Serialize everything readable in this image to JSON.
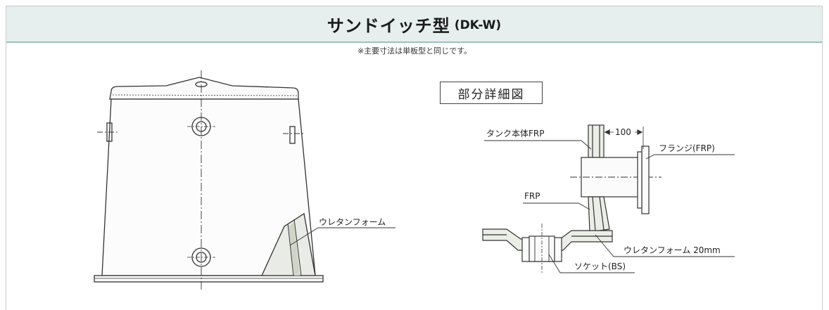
{
  "header": {
    "title": "サンドイッチ型",
    "subtitle": "(DK-W)"
  },
  "note": "※主要寸法は単板型と同じです。",
  "tank_drawing": {
    "foam_label": "ウレタンフォーム"
  },
  "detail": {
    "title": "部分詳細図",
    "tank_body_label": "タンク本体FRP",
    "dimension_label": "100",
    "flange_label": "フランジ(FRP)",
    "frp_label": "FRP",
    "foam_label": "ウレタンフォーム 20mm",
    "socket_label": "ソケット(BS)"
  }
}
